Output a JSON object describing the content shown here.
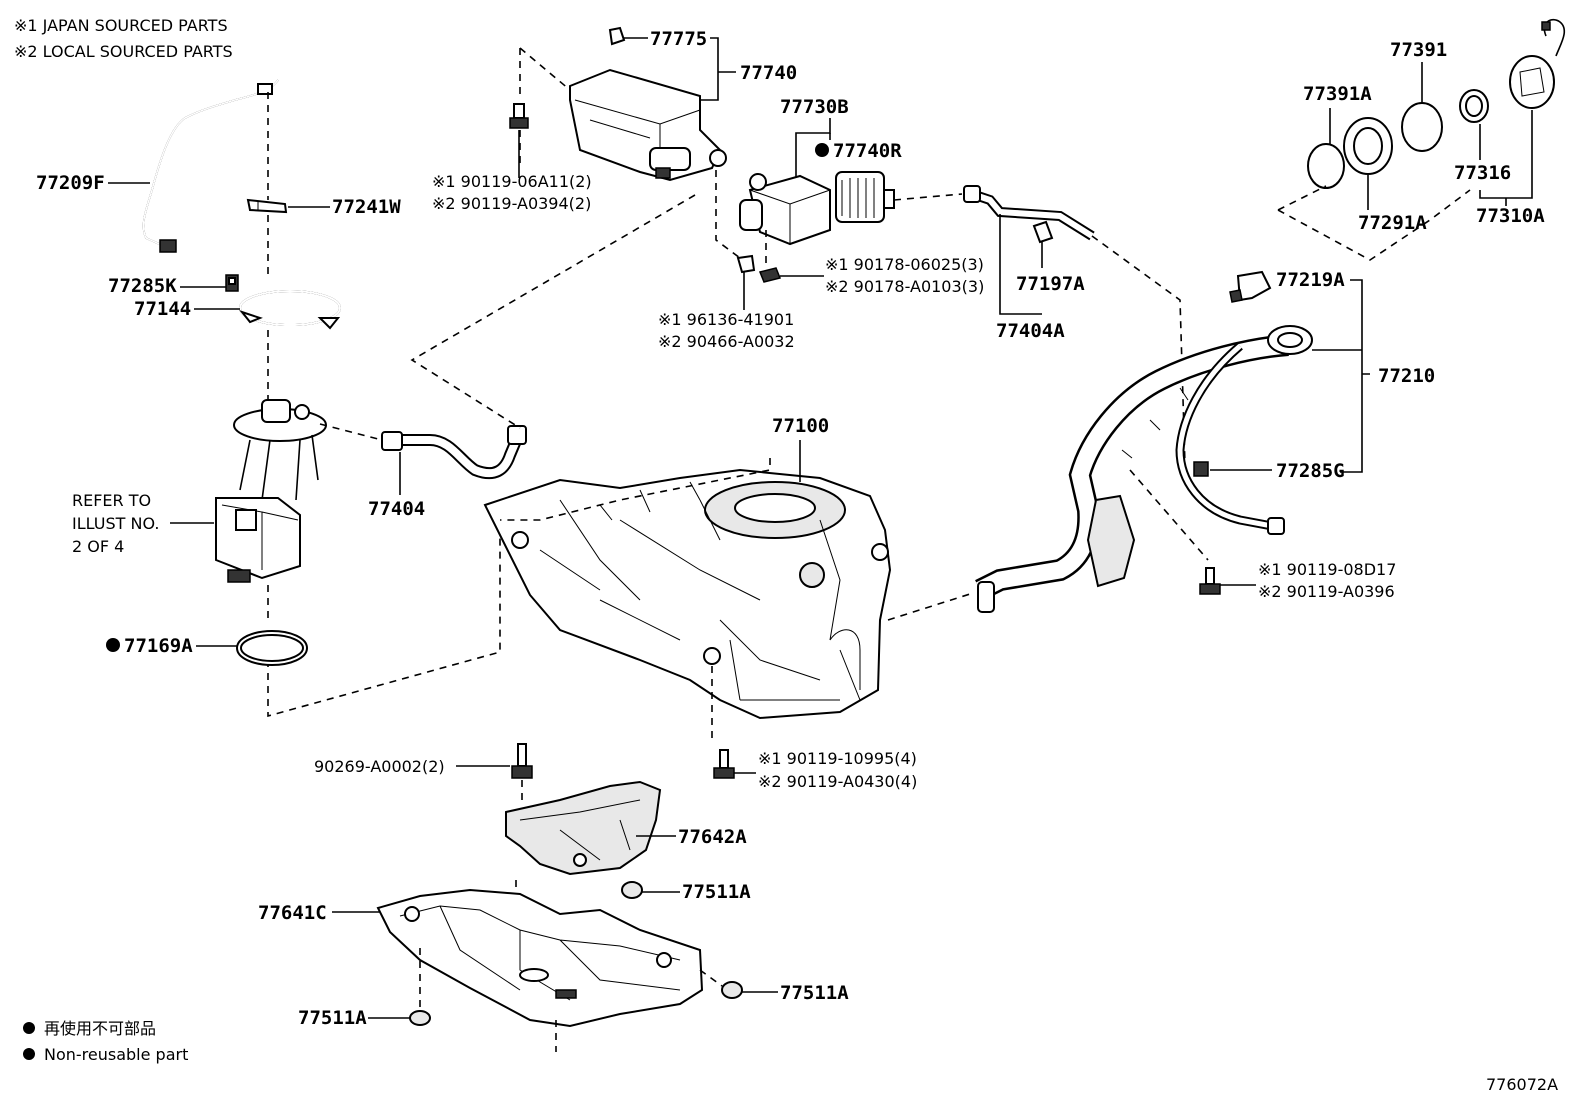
{
  "notes": {
    "japan": "※1 JAPAN SOURCED PARTS",
    "local": "※2 LOCAL SOURCED PARTS"
  },
  "legend": {
    "jp": "再使用不可部品",
    "en": "Non-reusable part"
  },
  "refer": [
    "REFER TO",
    "ILLUST NO.",
    "2 OF 4"
  ],
  "diagram_id": "776072A",
  "labels": {
    "p77209F": "77209F",
    "p77241W": "77241W",
    "p77285K": "77285K",
    "p77144": "77144",
    "p77169A": "77169A",
    "p77775": "77775",
    "p77740": "77740",
    "p77730B": "77730B",
    "p77740R": "77740R",
    "p77197A": "77197A",
    "p77404A": "77404A",
    "p77404": "77404",
    "p77100": "77100",
    "p77391A": "77391A",
    "p77391": "77391",
    "p77291A": "77291A",
    "p77316": "77316",
    "p77310A": "77310A",
    "p77219A": "77219A",
    "p77210": "77210",
    "p77285G": "77285G",
    "p77642A": "77642A",
    "p77641C": "77641C",
    "p77511A_1": "77511A",
    "p77511A_2": "77511A",
    "p77511A_3": "77511A",
    "p90269": "90269-A0002(2)"
  },
  "bolt_groups": {
    "b1_1": "※1 90119-06A11(2)",
    "b1_2": "※2 90119-A0394(2)",
    "b2_1": "※1 90178-06025(3)",
    "b2_2": "※2 90178-A0103(3)",
    "b3_1": "※1 96136-41901",
    "b3_2": "※2 90466-A0032",
    "b4_1": "※1 90119-08D17",
    "b4_2": "※2 90119-A0396",
    "b5_1": "※1 90119-10995(4)",
    "b5_2": "※2 90119-A0430(4)"
  }
}
